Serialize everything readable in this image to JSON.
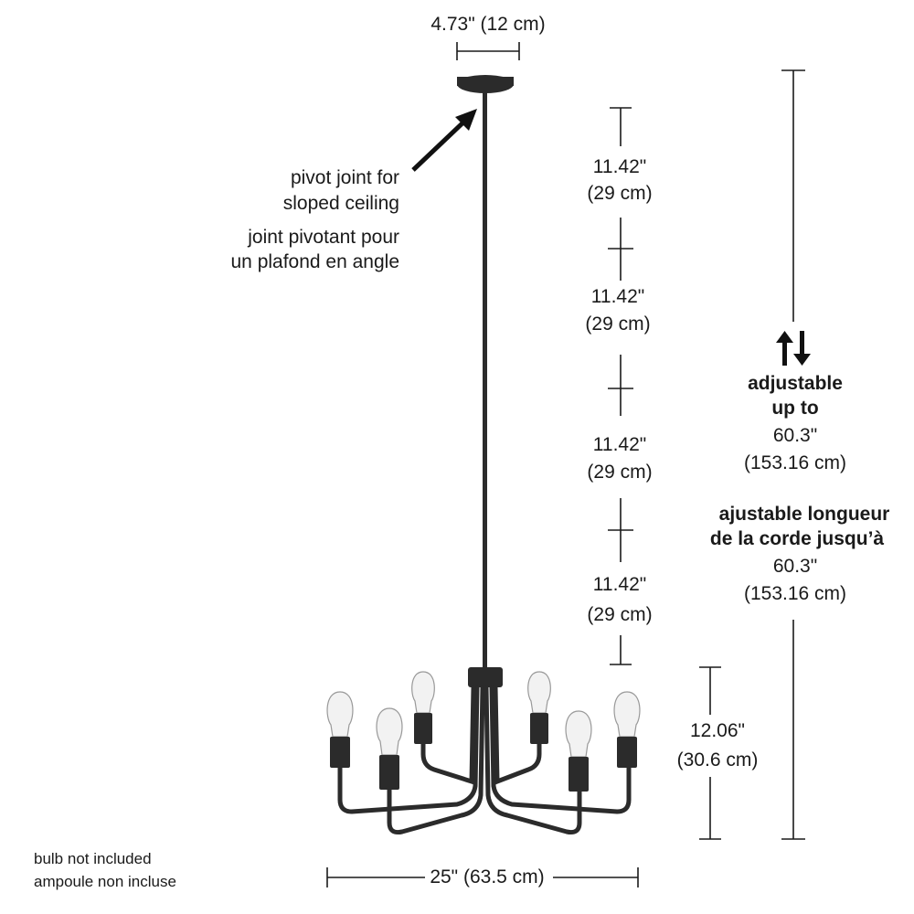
{
  "dimensions": {
    "canopy_width": "4.73\" (12 cm)",
    "rod_segments": [
      {
        "inches": "11.42\"",
        "cm": "(29 cm)"
      },
      {
        "inches": "11.42\"",
        "cm": "(29 cm)"
      },
      {
        "inches": "11.42\"",
        "cm": "(29 cm)"
      },
      {
        "inches": "11.42\"",
        "cm": "(29 cm)"
      }
    ],
    "fixture_height": {
      "inches": "12.06\"",
      "cm": "(30.6 cm)"
    },
    "fixture_width": "25\" (63.5 cm)"
  },
  "adjustable": {
    "en_line1": "adjustable",
    "en_line2": "up to",
    "en_inches": "60.3\"",
    "en_cm": "(153.16 cm)",
    "fr_line1": "ajustable longueur",
    "fr_line2": "de la corde jusqu’à",
    "fr_inches": "60.3\"",
    "fr_cm": "(153.16 cm)"
  },
  "pivot_note": {
    "en_line1": "pivot joint for",
    "en_line2": "sloped ceiling",
    "fr_line1": "joint pivotant pour",
    "fr_line2": "un plafond en angle"
  },
  "bulb_note": {
    "en": "bulb not included",
    "fr": "ampoule non incluse"
  },
  "colors": {
    "ink": "#1a1a1a",
    "fixture": "#2b2b2b"
  }
}
